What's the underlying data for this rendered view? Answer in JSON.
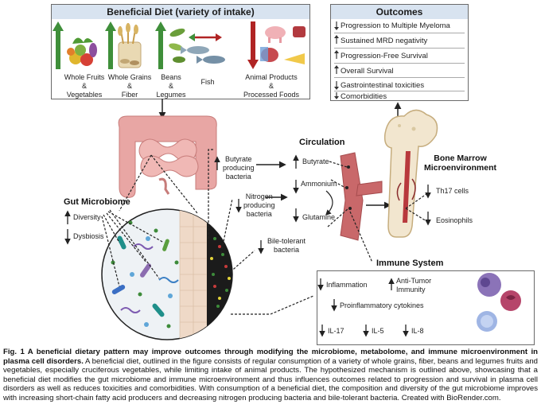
{
  "diet": {
    "title": "Beneficial Diet (variety of intake)",
    "items": [
      {
        "label": "Whole Fruits\n&\nVegetables",
        "direction": "up"
      },
      {
        "label": "Whole Grains\n&\nFiber",
        "direction": "up"
      },
      {
        "label": "Beans\n&\nLegumes",
        "direction": "up"
      },
      {
        "label": "Fish",
        "direction": "both"
      },
      {
        "label": "Animal Products\n&\nProcessed Foods",
        "direction": "down"
      }
    ]
  },
  "outcomes": {
    "title": "Outcomes",
    "items": [
      {
        "text": "Progression to Multiple Myeloma",
        "direction": "down"
      },
      {
        "text": "Sustained MRD negativity",
        "direction": "up"
      },
      {
        "text": "Progression-Free Survival",
        "direction": "up"
      },
      {
        "text": "Overall Survival",
        "direction": "up"
      },
      {
        "text": "Gastrointestinal toxicities",
        "direction": "down"
      },
      {
        "text": "Comorbidities",
        "direction": "down"
      }
    ]
  },
  "gut": {
    "title": "Gut Microbiome",
    "diversity": "Diversity",
    "dysbiosis": "Dysbiosis"
  },
  "bacteria": {
    "butyrate": "Butyrate\nproducing\nbacteria",
    "nitrogen": "Nitrogen\nproducing\nbacteria",
    "bile": "Bile-tolerant\nbacteria"
  },
  "circulation": {
    "title": "Circulation",
    "butyrate": "Butyrate",
    "ammonium": "Ammonium",
    "glutamine": "Glutamine"
  },
  "marrow": {
    "title": "Bone Marrow\nMicroenvironment",
    "th17": "Th17 cells",
    "eosinophils": "Eosinophils"
  },
  "immune": {
    "title": "Immune System",
    "inflammation": "Inflammation",
    "antitumor": "Anti-Tumor\nImmunity",
    "cytokines": "Proinflammatory cytokines",
    "il17": "IL-17",
    "il5": "IL-5",
    "il8": "IL-8"
  },
  "caption": {
    "bold": "Fig. 1 A beneficial dietary pattern may improve outcomes through modifying the microbiome, metabolome, and immune microenvironment in plasma cell disorders.",
    "text": " A beneficial diet, outlined in the figure consists of regular consumption of a variety of whole grains, fiber, beans and legumes fruits and vegetables, especially cruciferous vegetables, while limiting intake of animal products. The hypothesized mechanism is outlined above, showcasing that a beneficial diet modifies the gut microbiome and immune microenvironment and thus influences outcomes related to progression and survival in plasma cell disorders as well as reduces toxicities and comorbidities. With consumption of a beneficial diet, the composition and diversity of the gut microbiome improves with increasing short-chain fatty acid producers and decreasing nitrogen producing bacteria and bile-tolerant bacteria. Created with BioRender.com."
  },
  "colors": {
    "header_bg": "#d8e3f0",
    "up_green": "#3f8f3a",
    "down_red": "#b02424",
    "gut_pink": "#e8a6a4",
    "vessel": "#c9686a"
  }
}
